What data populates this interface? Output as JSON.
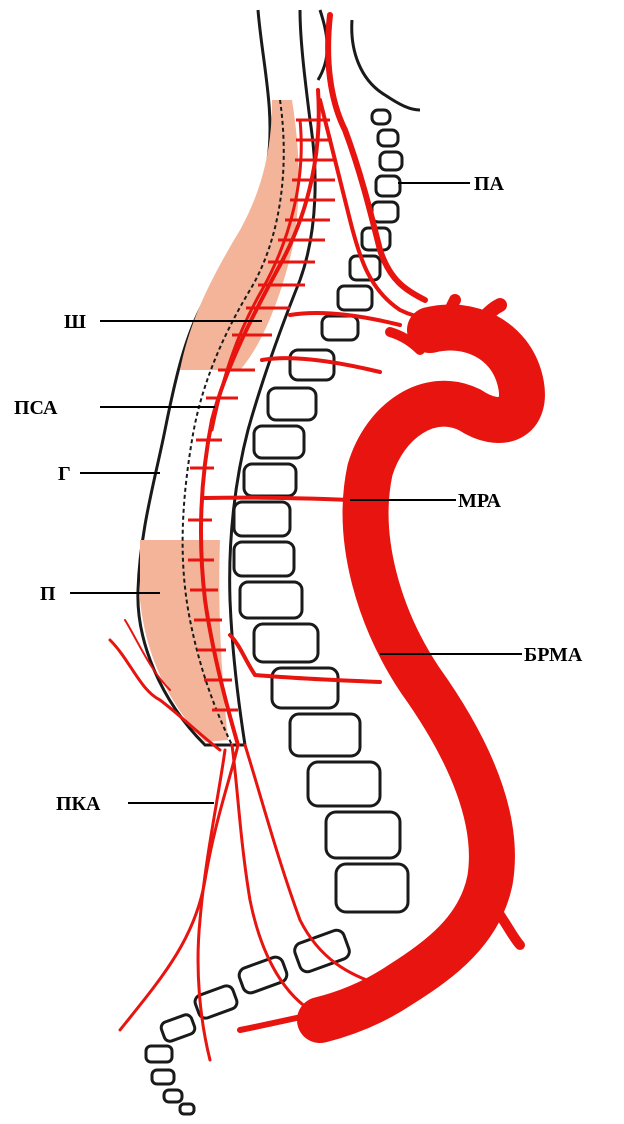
{
  "colors": {
    "artery": "#e8140f",
    "artery_dark": "#b50d0a",
    "cord_fill": "#f4b49a",
    "outline": "#1a1a1a",
    "background": "#ffffff"
  },
  "labels": {
    "pa": "ПА",
    "sh": "Ш",
    "psa": "ПСА",
    "g": "Г",
    "p": "П",
    "mra": "МРА",
    "brma": "БРМА",
    "pka": "ПКА"
  }
}
